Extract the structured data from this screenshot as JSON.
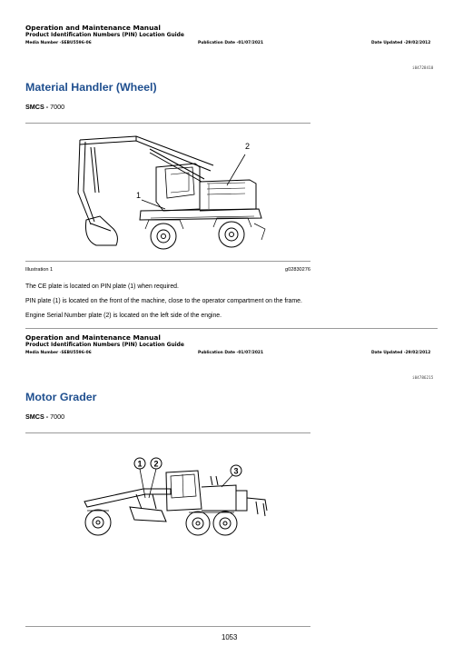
{
  "sections": [
    {
      "header": {
        "title": "Operation and Maintenance Manual",
        "subtitle": "Product Identification Numbers (PIN) Location Guide",
        "media_number": "Media Number -SEBU5596-06",
        "publication_date": "Publication Date -01/07/2021",
        "date_updated": "Date Updated -29/02/2012"
      },
      "doc_id": "i04728410",
      "title": "Material Handler (Wheel)",
      "smcs_label": "SMCS -",
      "smcs_code": " 7000",
      "illustration": {
        "callouts": [
          "1",
          "2"
        ],
        "caption": "Illustration 1",
        "graphic_id": "g02830276"
      },
      "paragraphs": [
        "The CE plate is located on PIN plate (1) when required.",
        "PIN plate (1) is located on the front of the machine, close to the operator compartment on the frame.",
        "Engine Serial Number plate (2) is located on the left side of the engine."
      ]
    },
    {
      "header": {
        "title": "Operation and Maintenance Manual",
        "subtitle": "Product Identification Numbers (PIN) Location Guide",
        "media_number": "Media Number -SEBU5596-06",
        "publication_date": "Publication Date -01/07/2021",
        "date_updated": "Date Updated -29/02/2012"
      },
      "doc_id": "i04786215",
      "title": "Motor Grader",
      "smcs_label": "SMCS -",
      "smcs_code": " 7000",
      "illustration": {
        "callouts": [
          "1",
          "2",
          "3"
        ]
      }
    }
  ],
  "page_number": "1053"
}
